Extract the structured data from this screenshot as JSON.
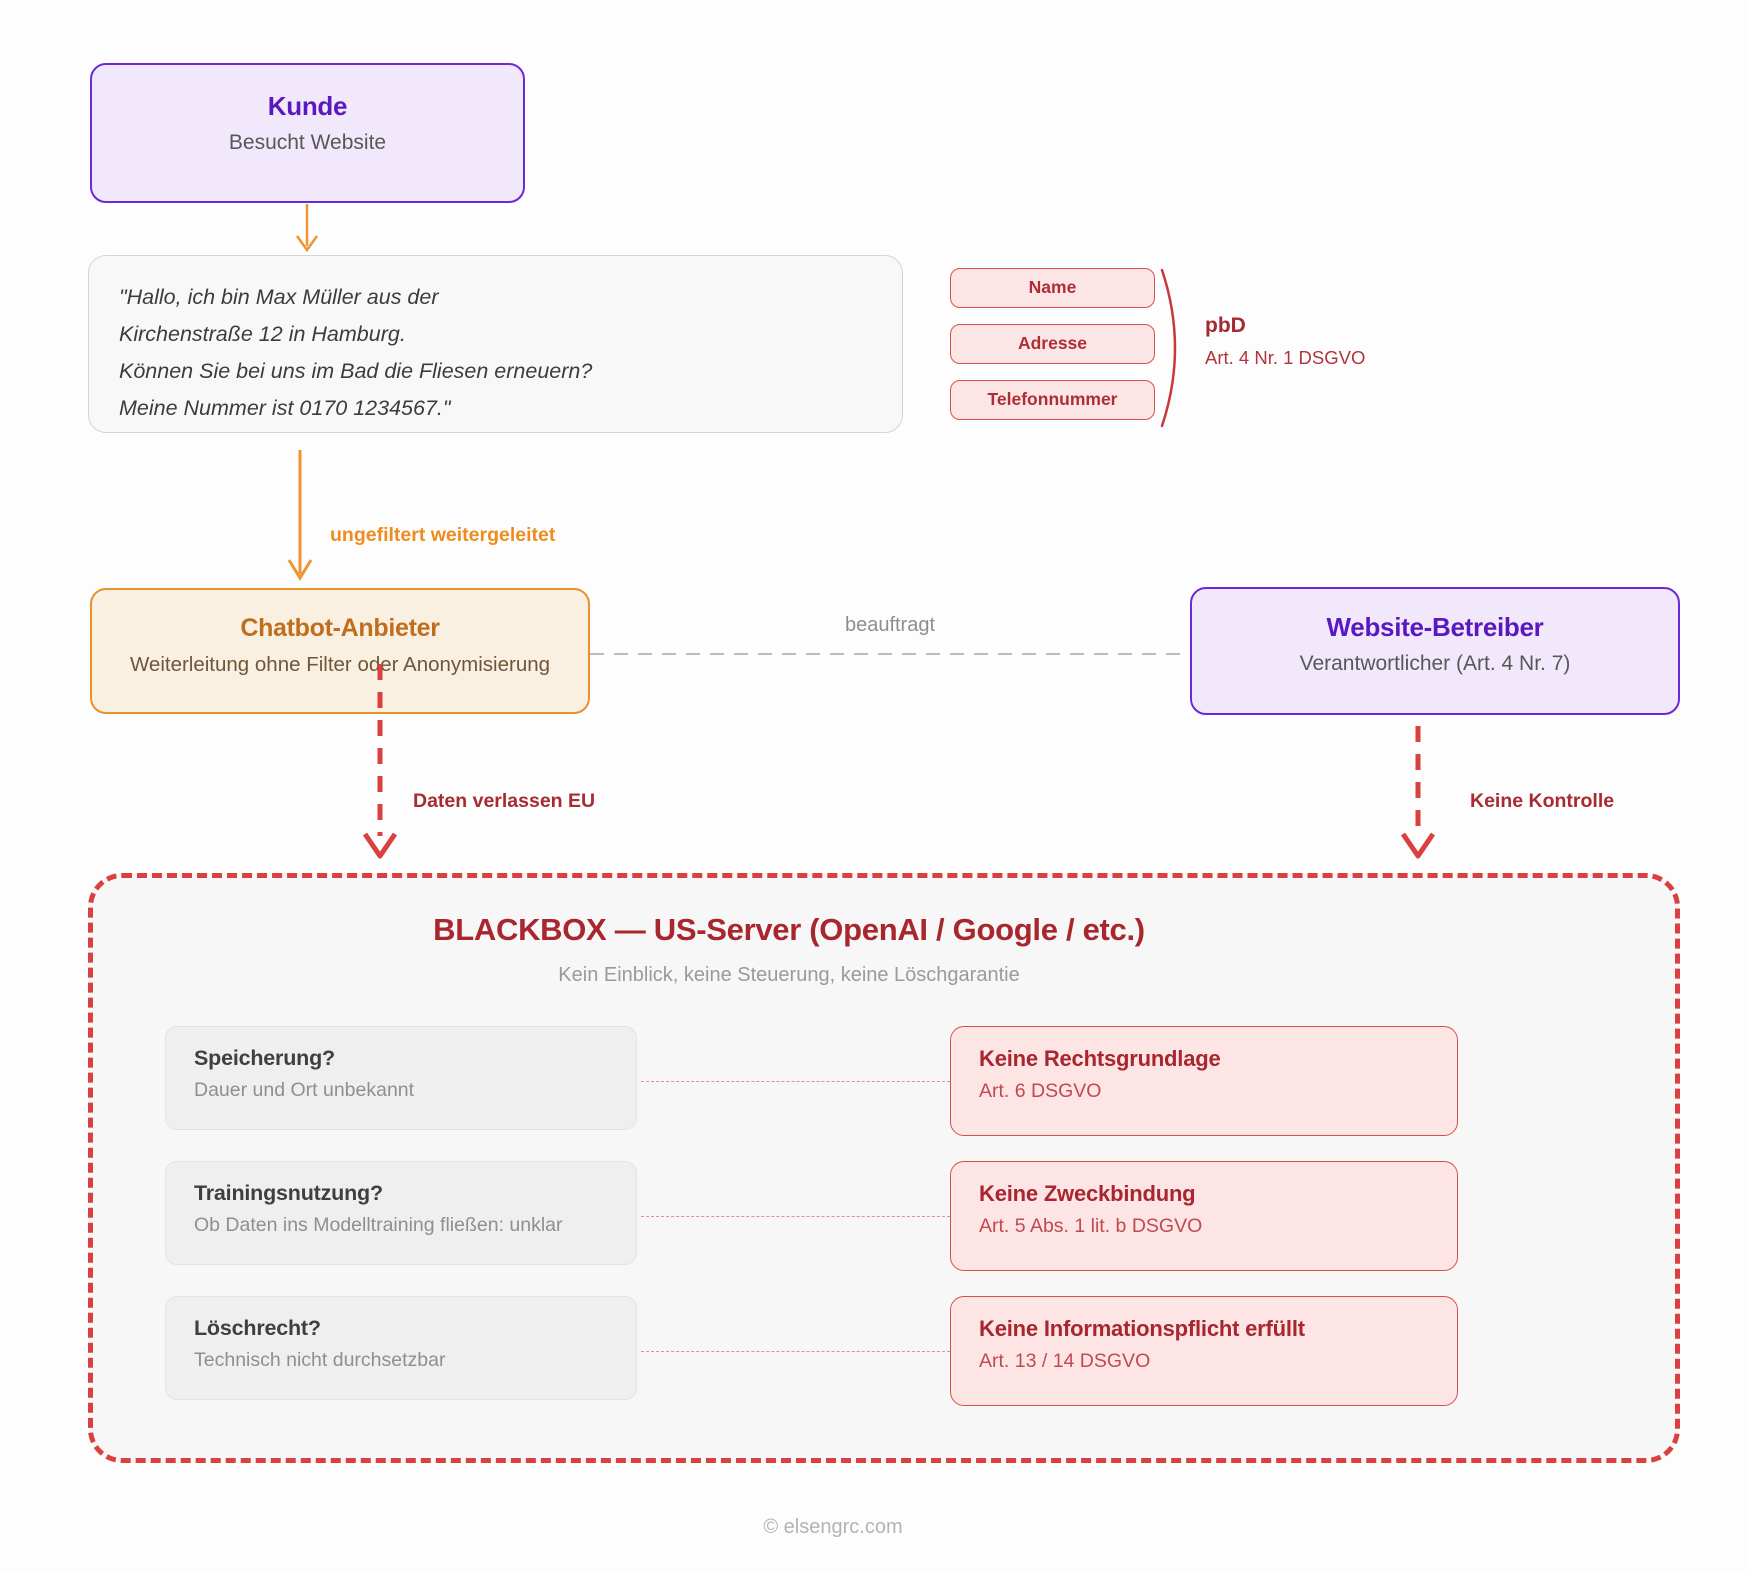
{
  "nodes": {
    "kunde": {
      "title": "Kunde",
      "subtitle": "Besucht Website"
    },
    "chatbot": {
      "title": "Chatbot-Anbieter",
      "subtitle": "Weiterleitung ohne Filter oder Anonymisierung"
    },
    "betreiber": {
      "title": "Website-Betreiber",
      "subtitle": "Verantwortlicher (Art. 4 Nr. 7)"
    },
    "blackbox": {
      "title": "BLACKBOX — US-Server (OpenAI / Google / etc.)",
      "subtitle": "Kein Einblick, keine Steuerung, keine Löschgarantie"
    }
  },
  "quote": {
    "lines": [
      "\"Hallo, ich bin Max Müller aus der",
      "Kirchenstraße 12 in Hamburg.",
      "Können Sie bei uns im Bad die Fliesen erneuern?",
      "Meine Nummer ist 0170 1234567.\""
    ]
  },
  "pii": {
    "items": [
      "Name",
      "Adresse",
      "Telefonnummer"
    ],
    "label_title": "pbD",
    "label_subtitle": "Art. 4 Nr. 1 DSGVO"
  },
  "edges": {
    "forward": "ungefiltert weitergeleitet",
    "assign": "beauftragt",
    "leave_eu": "Daten verlassen EU",
    "no_control": "Keine Kontrolle"
  },
  "issues": [
    {
      "question": "Speicherung?",
      "detail": "Dauer und Ort unbekannt",
      "violation": "Keine Rechtsgrundlage",
      "article": "Art. 6 DSGVO"
    },
    {
      "question": "Trainingsnutzung?",
      "detail": "Ob Daten ins Modelltraining fließen: unklar",
      "violation": "Keine Zweckbindung",
      "article": "Art. 5 Abs. 1 lit. b DSGVO"
    },
    {
      "question": "Löschrecht?",
      "detail": "Technisch nicht durchsetzbar",
      "violation": "Keine Informationspflicht erfüllt",
      "article": "Art. 13 / 14 DSGVO"
    }
  ],
  "footer": "© elsengrc.com",
  "colors": {
    "purple_border": "#6d28d9",
    "purple_text": "#5a18c0",
    "purple_fill": "#f2e8fb",
    "orange_border": "#e8912d",
    "orange_text": "#bf6e1e",
    "orange_fill": "#faf0e1",
    "red_border": "#d8504b",
    "red_fill": "#fce5e4",
    "dark_red_text": "#a8262e",
    "blackbox_border": "#d94040",
    "arrow_orange": "#ef9433"
  }
}
